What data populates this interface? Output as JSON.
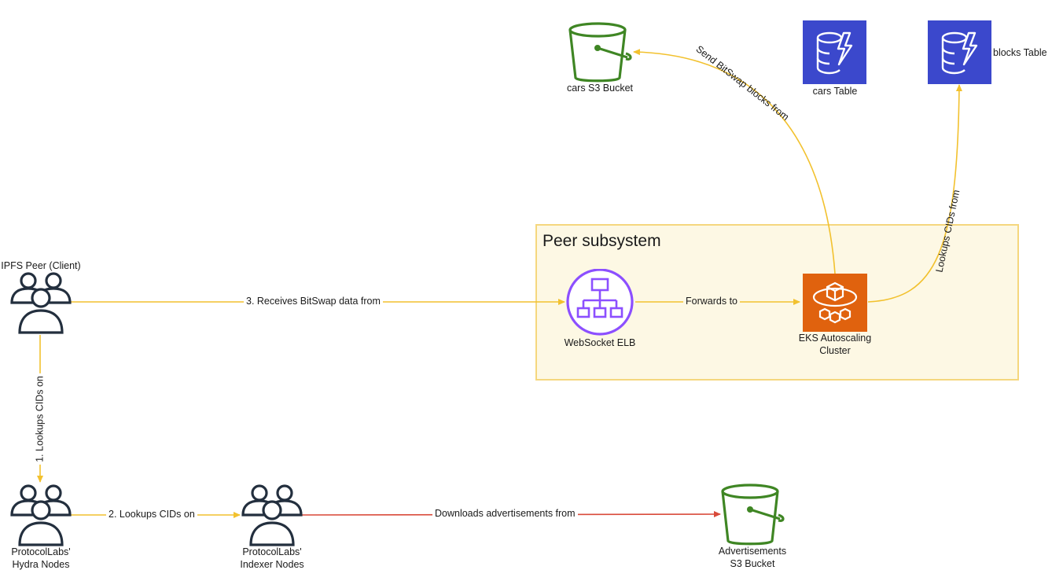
{
  "group": {
    "title": "Peer subsystem"
  },
  "nodes": {
    "ipfs_peer": "IPFS Peer (Client)",
    "hydra_line1": "ProtocolLabs'",
    "hydra_line2": "Hydra Nodes",
    "indexer_line1": "ProtocolLabs'",
    "indexer_line2": "Indexer Nodes",
    "ads_line1": "Advertisements",
    "ads_line2": "S3 Bucket",
    "cars_bucket": "cars S3 Bucket",
    "cars_table": "cars Table",
    "blocks_table": "blocks Table",
    "elb": "WebSocket ELB",
    "eks_line1": "EKS Autoscaling",
    "eks_line2": "Cluster"
  },
  "edges": {
    "receives": "3. Receives BitSwap data from",
    "forwards": "Forwards to",
    "lookup1": "1. Lookups CIDs on",
    "lookup2": "2. Lookups CIDs on",
    "downloads": "Downloads advertisements from",
    "send_blocks": "Send BitSwap blocks from",
    "lookups_from": "Lookups CIDs from"
  },
  "colors": {
    "edge_yellow": "#f2c12e",
    "edge_red": "#d94a3a",
    "s3_green": "#3f8624",
    "dynamo_blue": "#3b48cc",
    "eks_orange": "#e0620e",
    "elb_purple": "#8c4fff",
    "users_navy": "#232f3e"
  }
}
